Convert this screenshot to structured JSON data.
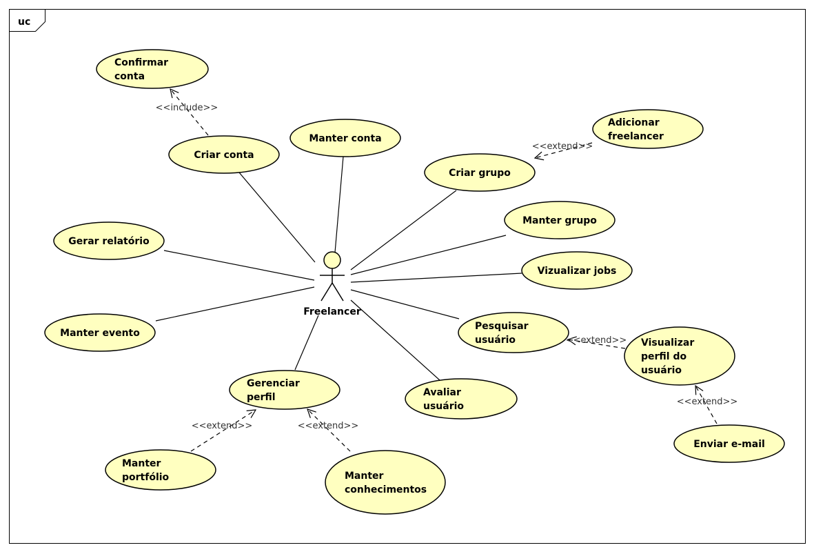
{
  "frame": {
    "tag": "uc"
  },
  "colors": {
    "usecase_fill": "#FFFFC0",
    "stroke": "#000000"
  },
  "actor": {
    "id": "freelancer",
    "name": "Freelancer"
  },
  "use_cases": [
    {
      "id": "confirmar-conta",
      "lines": [
        "Confirmar",
        "conta"
      ]
    },
    {
      "id": "criar-conta",
      "lines": [
        "Criar conta"
      ]
    },
    {
      "id": "manter-conta",
      "lines": [
        "Manter conta"
      ]
    },
    {
      "id": "criar-grupo",
      "lines": [
        "Criar grupo"
      ]
    },
    {
      "id": "adicionar-freelancer",
      "lines": [
        "Adicionar",
        "freelancer"
      ]
    },
    {
      "id": "manter-grupo",
      "lines": [
        "Manter grupo"
      ]
    },
    {
      "id": "vizualizar-jobs",
      "lines": [
        "Vizualizar jobs"
      ]
    },
    {
      "id": "gerar-relatorio",
      "lines": [
        "Gerar relatório"
      ]
    },
    {
      "id": "manter-evento",
      "lines": [
        "Manter evento"
      ]
    },
    {
      "id": "pesquisar-usuario",
      "lines": [
        "Pesquisar",
        "usuário"
      ]
    },
    {
      "id": "visualizar-perfil",
      "lines": [
        "Visualizar",
        "perfil do",
        "usuário"
      ]
    },
    {
      "id": "enviar-email",
      "lines": [
        "Enviar e-mail"
      ]
    },
    {
      "id": "gerenciar-perfil",
      "lines": [
        "Gerenciar",
        "perfil"
      ]
    },
    {
      "id": "avaliar-usuario",
      "lines": [
        "Avaliar",
        "usuário"
      ]
    },
    {
      "id": "manter-portfolio",
      "lines": [
        "Manter",
        "portfólio"
      ]
    },
    {
      "id": "manter-conhecimentos",
      "lines": [
        "Manter",
        "conhecimentos"
      ]
    }
  ],
  "associations": [
    {
      "from": "freelancer",
      "to": "criar-conta"
    },
    {
      "from": "freelancer",
      "to": "manter-conta"
    },
    {
      "from": "freelancer",
      "to": "criar-grupo"
    },
    {
      "from": "freelancer",
      "to": "manter-grupo"
    },
    {
      "from": "freelancer",
      "to": "vizualizar-jobs"
    },
    {
      "from": "freelancer",
      "to": "gerar-relatorio"
    },
    {
      "from": "freelancer",
      "to": "manter-evento"
    },
    {
      "from": "freelancer",
      "to": "pesquisar-usuario"
    },
    {
      "from": "freelancer",
      "to": "gerenciar-perfil"
    },
    {
      "from": "freelancer",
      "to": "avaliar-usuario"
    }
  ],
  "dependencies": [
    {
      "from": "criar-conta",
      "to": "confirmar-conta",
      "stereotype": "<<include>>"
    },
    {
      "from": "adicionar-freelancer",
      "to": "criar-grupo",
      "stereotype": "<<extend>>"
    },
    {
      "from": "visualizar-perfil",
      "to": "pesquisar-usuario",
      "stereotype": "<<extend>>"
    },
    {
      "from": "enviar-email",
      "to": "visualizar-perfil",
      "stereotype": "<<extend>>"
    },
    {
      "from": "manter-portfolio",
      "to": "gerenciar-perfil",
      "stereotype": "<<extend>>"
    },
    {
      "from": "manter-conhecimentos",
      "to": "gerenciar-perfil",
      "stereotype": "<<extend>>"
    }
  ]
}
